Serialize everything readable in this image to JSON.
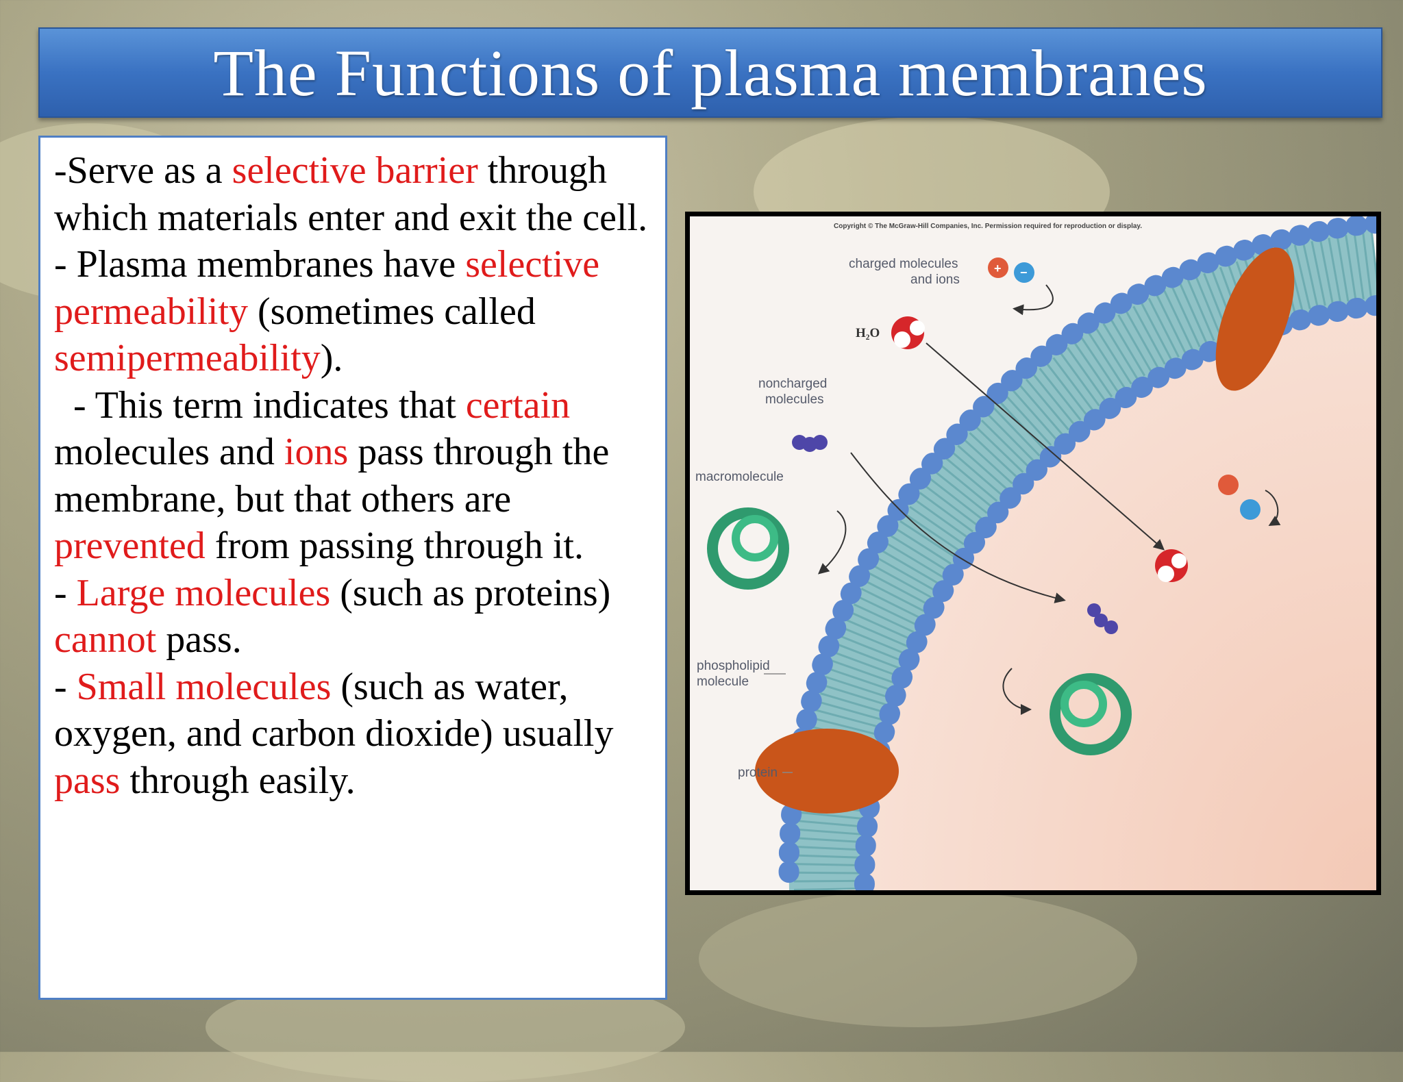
{
  "slide": {
    "title": "The Functions of plasma membranes"
  },
  "body": {
    "p1": {
      "a": "-Serve as a ",
      "b": "selective barrier",
      "c": " through which materials enter and exit the cell."
    },
    "p2": {
      "a": "- Plasma membranes have ",
      "b": "selective permeability",
      "c": " (sometimes called ",
      "d": "semipermeability",
      "e": ")."
    },
    "p3": {
      "a": "  - This term indicates that ",
      "b": "certain",
      "c": " molecules and ",
      "d": "ions",
      "e": " pass through the membrane, but that others are ",
      "f": "prevented",
      "g": " from passing through it."
    },
    "p4": {
      "a": "- ",
      "b": "Large molecules",
      "c": " (such as proteins) ",
      "d": "cannot",
      "e": " pass."
    },
    "p5": {
      "a": "- ",
      "b": "Small molecules",
      "c": " (such as water, oxygen, and carbon dioxide)  usually ",
      "d": "pass",
      "e": " through easily."
    }
  },
  "diagram": {
    "copyright": "Copyright © The McGraw-Hill Companies, Inc. Permission required for reproduction or display.",
    "labels": {
      "charged_line1": "charged molecules",
      "charged_line2": "and ions",
      "water": "H₂O",
      "noncharged_line1": "noncharged",
      "noncharged_line2": "molecules",
      "macromolecule": "macromolecule",
      "phospholipid_line1": "phospholipid",
      "phospholipid_line2": "molecule",
      "protein": "protein",
      "plus": "+",
      "minus": "−"
    },
    "colors": {
      "head": "#5b88cf",
      "tail": "#8fc2c6",
      "protein": "#c9551a",
      "macromolecule": "#2f9a6e",
      "interior": "#f6d4c4"
    }
  },
  "colors": {
    "title_bar": "#3a72c2",
    "highlight": "#e01b1b",
    "text_box_border": "#4f7fc4"
  }
}
